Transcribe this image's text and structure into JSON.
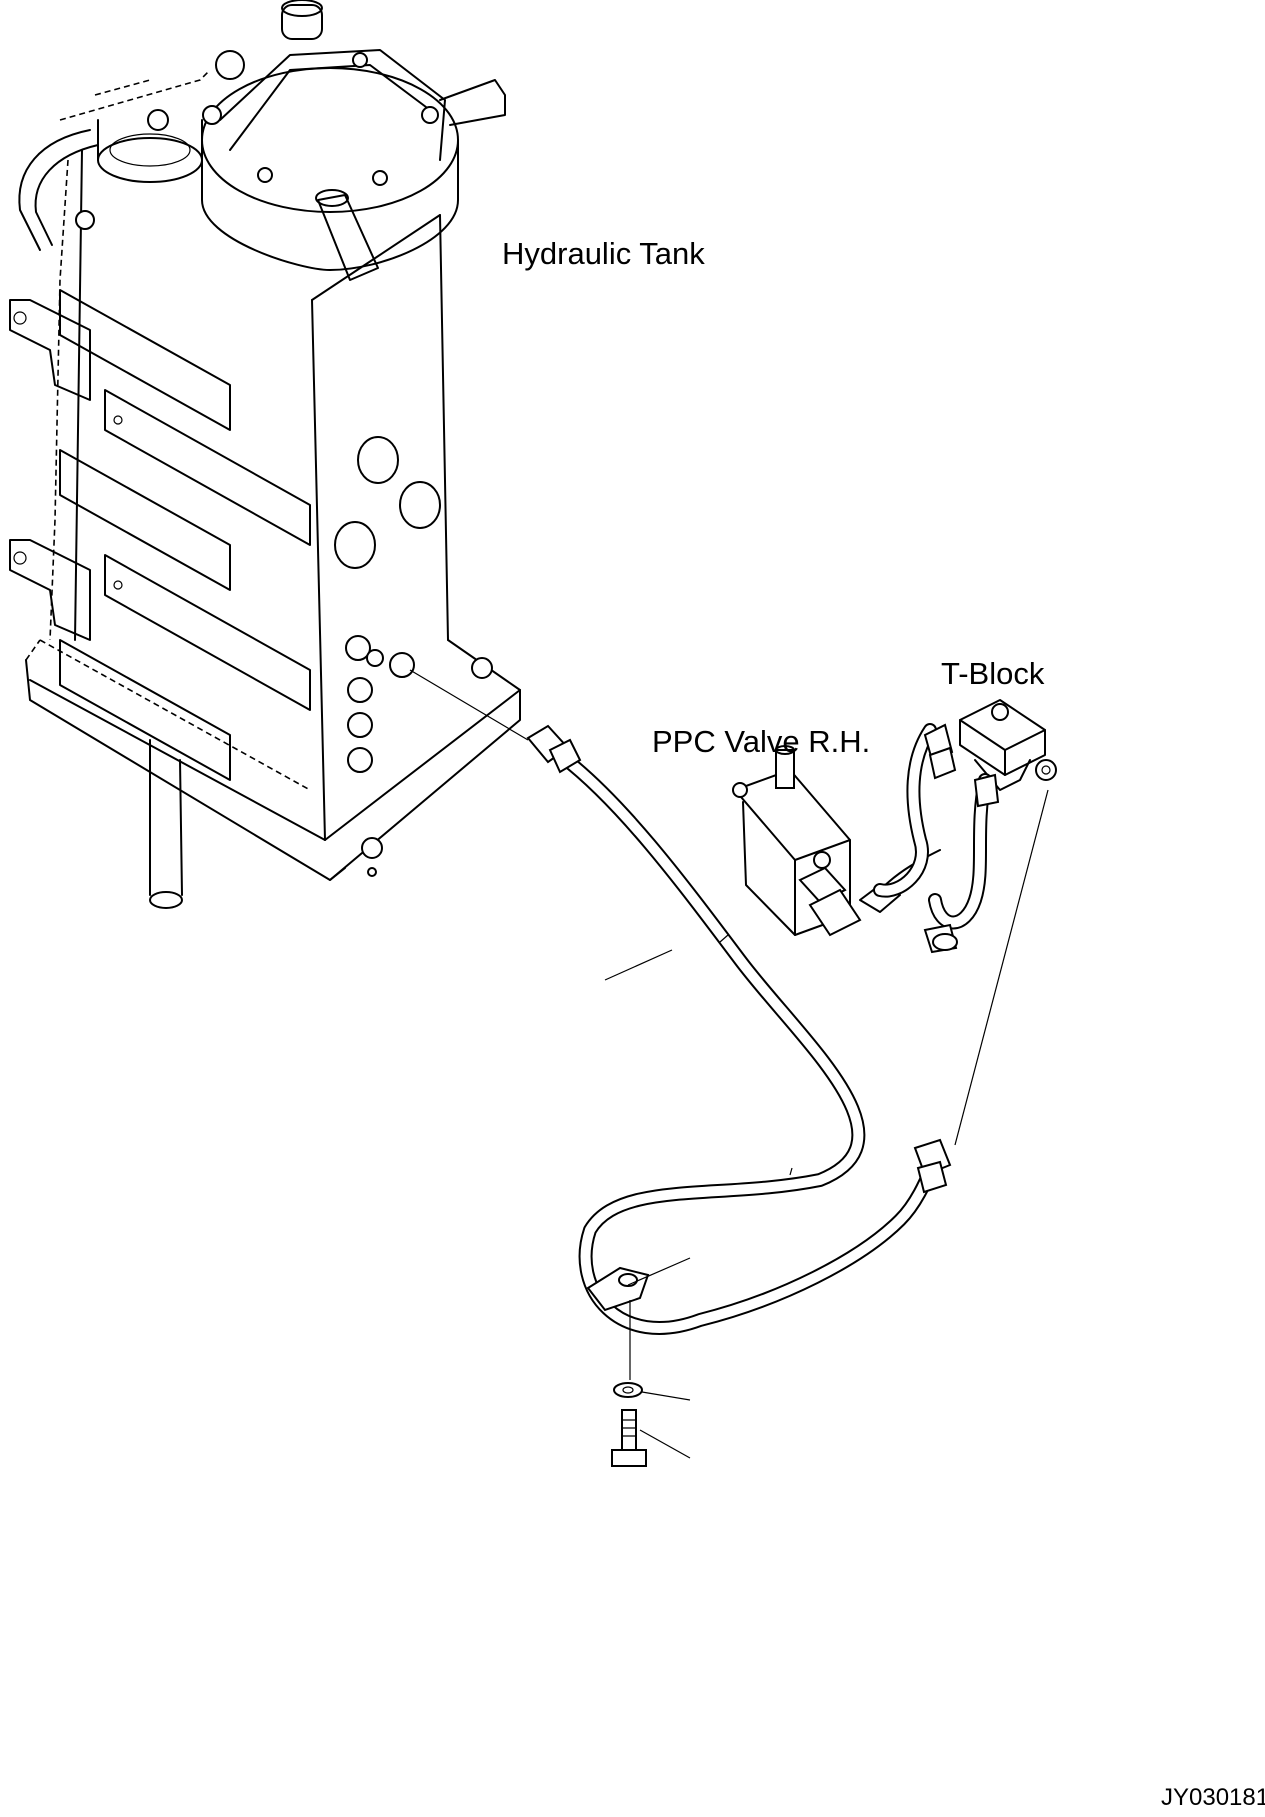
{
  "labels": {
    "hydraulic_tank": "Hydraulic Tank",
    "t_block": "T-Block",
    "ppc_valve": "PPC Valve R.H.",
    "drawing_code": "JY030181"
  }
}
